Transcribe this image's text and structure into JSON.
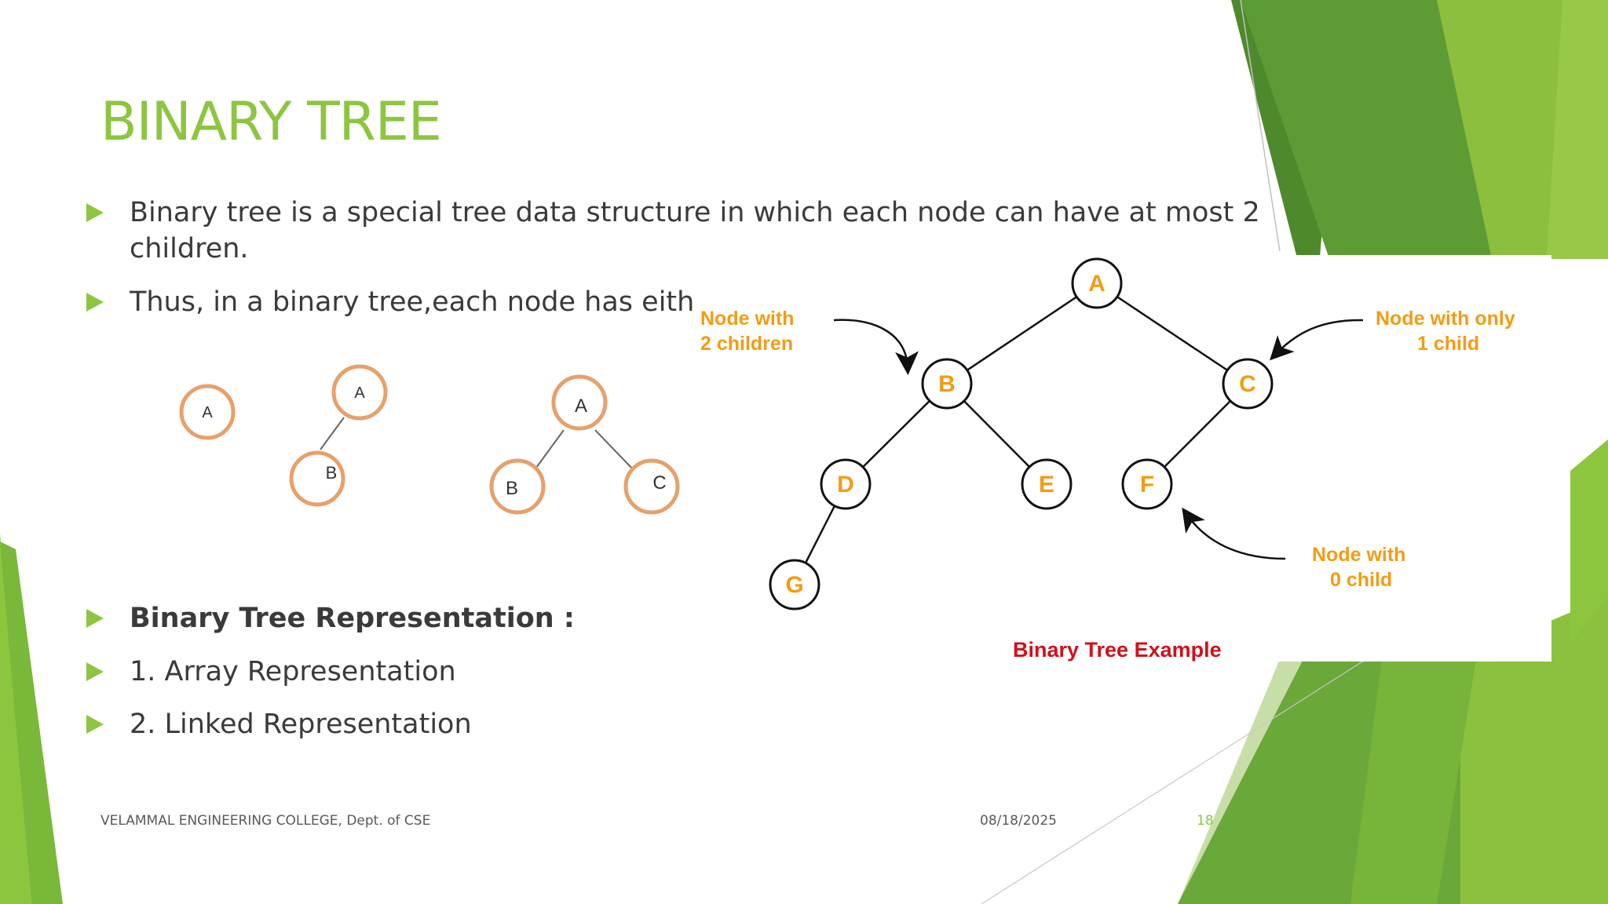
{
  "slide": {
    "title": "BINARY TREE",
    "bullets": [
      "Binary tree is a special tree data structure in which each node can have at most 2 children.",
      "Thus, in a binary tree,each node has eithe",
      "Binary Tree Representation :",
      "1. Array Representation",
      "2. Linked Representation"
    ],
    "footer": {
      "organization": "VELAMMAL ENGINEERING COLLEGE, Dept. of CSE",
      "date": "08/18/2025",
      "page_number": "18"
    }
  },
  "small_trees": {
    "tree1": [
      "A"
    ],
    "tree2": [
      "A",
      "B"
    ],
    "tree3": [
      "A",
      "B",
      "C"
    ]
  },
  "diagram": {
    "nodes": [
      "A",
      "B",
      "C",
      "D",
      "E",
      "F",
      "G"
    ],
    "edges": [
      [
        "A",
        "B"
      ],
      [
        "A",
        "C"
      ],
      [
        "B",
        "D"
      ],
      [
        "B",
        "E"
      ],
      [
        "C",
        "F"
      ],
      [
        "D",
        "G"
      ]
    ],
    "annotations": {
      "two_children_line1": "Node with",
      "two_children_line2": "2 children",
      "one_child_line1": "Node with only",
      "one_child_line2": "1 child",
      "zero_child_line1": "Node with",
      "zero_child_line2": "0 child"
    },
    "caption": "Binary Tree Example"
  },
  "colors": {
    "accent_green": "#8cc63f",
    "node_label_orange": "#f39c12",
    "caption_red": "#d0111b",
    "small_node_ring": "#e8a06a"
  }
}
